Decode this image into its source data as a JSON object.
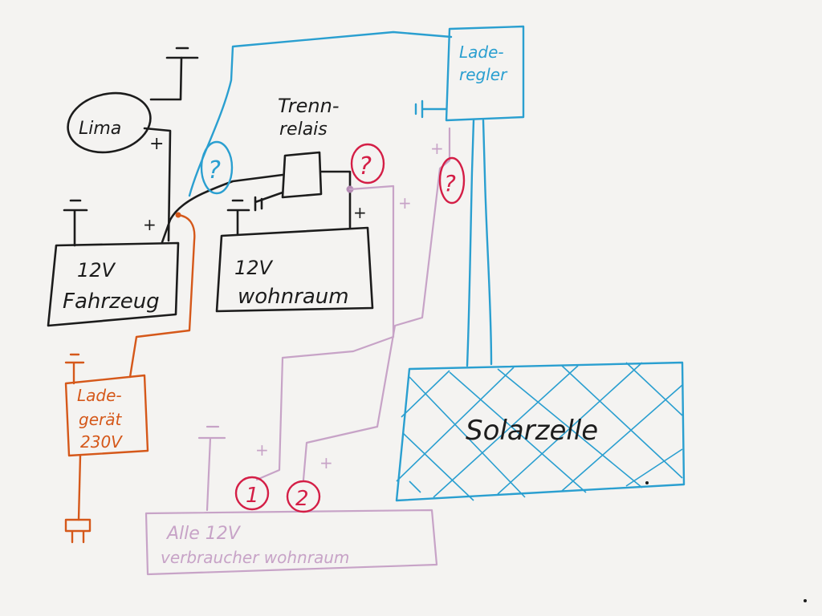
{
  "labels": {
    "lima": "Lima",
    "fahrzeug_volt": "12V",
    "fahrzeug_name": "Fahrzeug",
    "wohnraum_volt": "12V",
    "wohnraum_name": "wohnraum",
    "relais_line1": "Trenn-",
    "relais_line2": "relais",
    "regler_line1": "Lade-",
    "regler_line2": "regler",
    "solar": "Solarzelle",
    "ladegeraet_line1": "Lade-",
    "ladegeraet_line2": "gerät",
    "ladegeraet_line3": "230V",
    "verbraucher_line1": "Alle 12V",
    "verbraucher_line2": "verbraucher wohnraum"
  },
  "markers": {
    "question": "?",
    "one": "1",
    "two": "2"
  },
  "signs": {
    "plus": "+",
    "minus": "-"
  },
  "colors": {
    "ink": "#1c1c1c",
    "solar_line": "#2a9fd0",
    "charger_line": "#d5581a",
    "consumer_line": "#c7a3c7",
    "question_mark": "#d41e46",
    "background": "#f4f3f1"
  }
}
